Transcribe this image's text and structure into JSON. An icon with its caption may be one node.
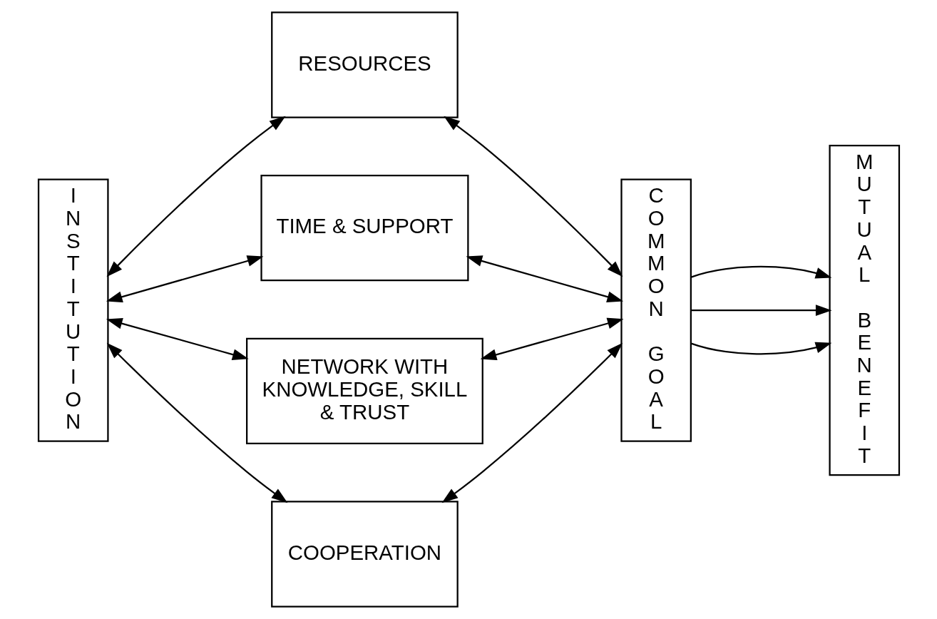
{
  "diagram": {
    "nodes": [
      {
        "text": [
          "INSTITUTION"
        ]
      },
      {
        "text": [
          "RESOURCES"
        ]
      },
      {
        "text": [
          "TIME & SUPPORT"
        ]
      },
      {
        "text": [
          "NETWORK WITH KNOWLEDGE, SKILL & TRUST"
        ]
      },
      {
        "text": [
          "COOPERATION"
        ]
      },
      {
        "text": [
          "COMMON GOAL"
        ]
      },
      {
        "text": [
          "MUTUAL BENEFIT"
        ]
      }
    ],
    "edges": [
      {
        "from": 0,
        "to": 1,
        "arrow": "both"
      },
      {
        "from": 1,
        "to": 5,
        "arrow": "both"
      },
      {
        "from": 0,
        "to": 2,
        "arrow": "both"
      },
      {
        "from": 2,
        "to": 5,
        "arrow": "both"
      },
      {
        "from": 0,
        "to": 3,
        "arrow": "both"
      },
      {
        "from": 3,
        "to": 5,
        "arrow": "both"
      },
      {
        "from": 0,
        "to": 4,
        "arrow": "both"
      },
      {
        "from": 4,
        "to": 5,
        "arrow": "both"
      },
      {
        "from": 5,
        "to": 6,
        "arrow": "to"
      },
      {
        "from": 5,
        "to": 6,
        "arrow": "to"
      },
      {
        "from": 5,
        "to": 6,
        "arrow": "to"
      }
    ]
  }
}
